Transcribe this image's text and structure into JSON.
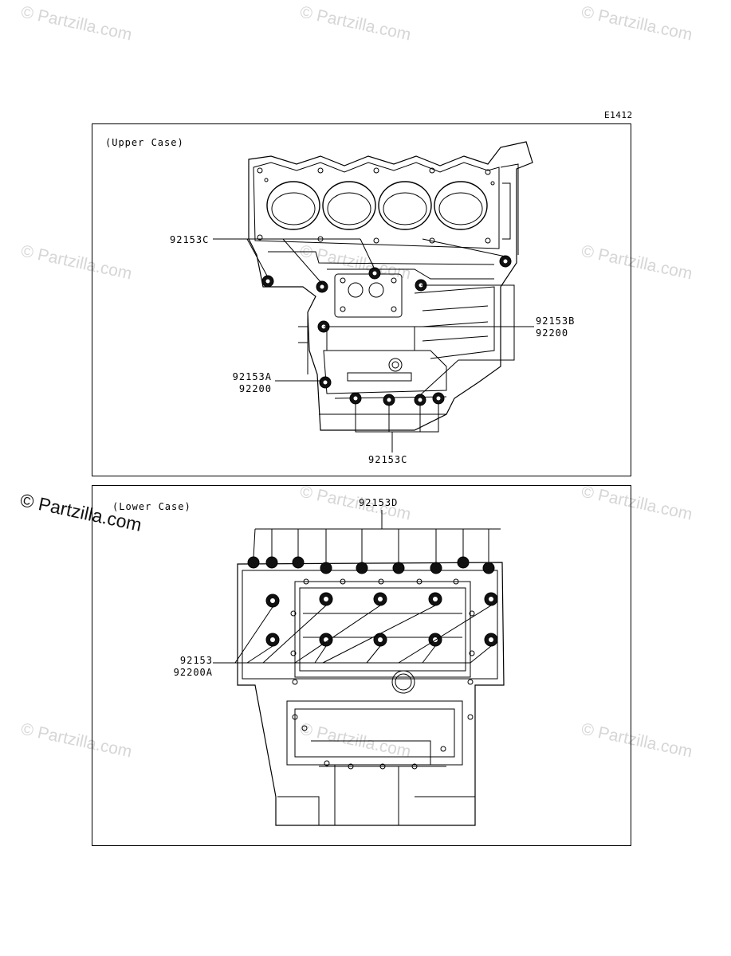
{
  "watermark": {
    "text": "© Partzilla.com"
  },
  "diagram_ref": "E1412",
  "upper": {
    "title": "(Upper Case)",
    "callouts": {
      "c1": "92153C",
      "c2_line1": "92153B",
      "c2_line2": "92200",
      "c3_line1": "92153A",
      "c3_line2": "92200",
      "c4": "92153C"
    }
  },
  "lower": {
    "title": "(Lower Case)",
    "callouts": {
      "d1": "92153D",
      "d2_line1": "92153",
      "d2_line2": "92200A"
    }
  }
}
